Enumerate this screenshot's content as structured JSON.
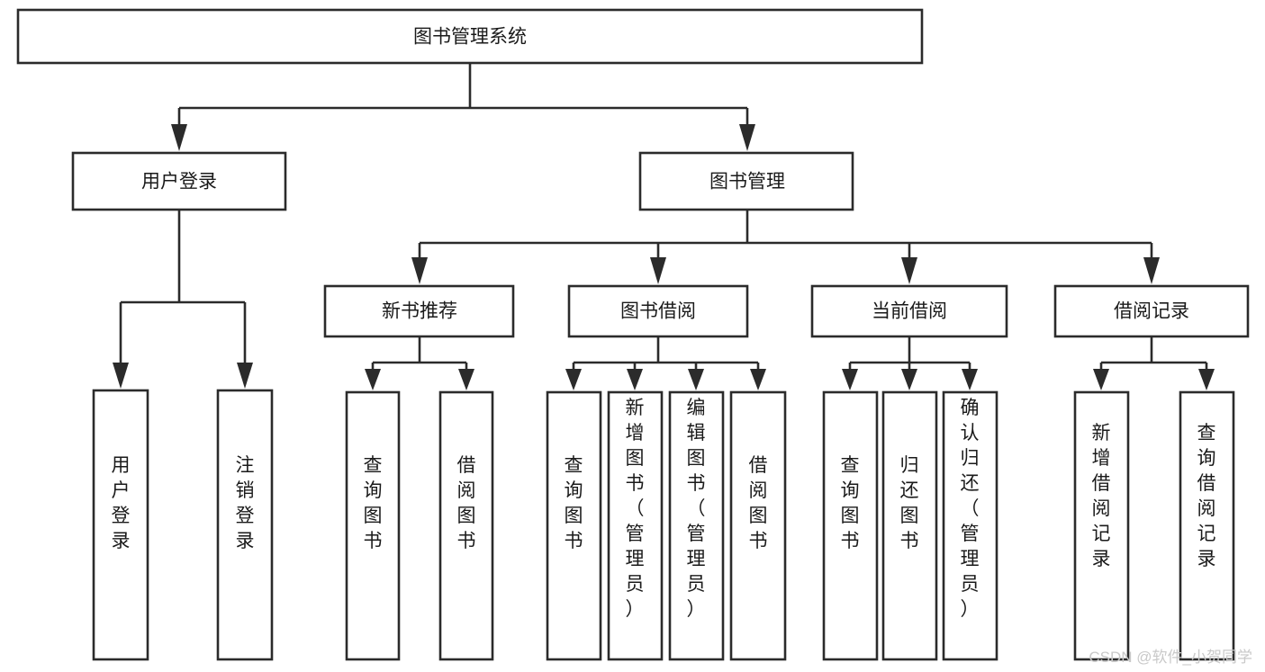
{
  "diagram": {
    "type": "tree-hierarchy-flowchart",
    "root": {
      "id": "root",
      "label": "图书管理系统",
      "orientation": "horizontal"
    },
    "level2": [
      {
        "id": "user-login",
        "label": "用户登录",
        "orientation": "horizontal"
      },
      {
        "id": "book-management",
        "label": "图书管理",
        "orientation": "horizontal"
      }
    ],
    "level3": [
      {
        "id": "new-book-recommend",
        "label": "新书推荐",
        "orientation": "horizontal",
        "parent": "book-management"
      },
      {
        "id": "book-borrow",
        "label": "图书借阅",
        "orientation": "horizontal",
        "parent": "book-management"
      },
      {
        "id": "current-borrow",
        "label": "当前借阅",
        "orientation": "horizontal",
        "parent": "book-management"
      },
      {
        "id": "borrow-record",
        "label": "借阅记录",
        "orientation": "horizontal",
        "parent": "book-management"
      }
    ],
    "leaves": [
      {
        "id": "leaf-user-login",
        "label": "用户登录",
        "orientation": "vertical",
        "parent": "user-login"
      },
      {
        "id": "leaf-user-logout",
        "label": "注销登录",
        "orientation": "vertical",
        "parent": "user-login"
      },
      {
        "id": "leaf-query-book-1",
        "label": "查询图书",
        "orientation": "vertical",
        "parent": "new-book-recommend"
      },
      {
        "id": "leaf-borrow-book-1",
        "label": "借阅图书",
        "orientation": "vertical",
        "parent": "new-book-recommend"
      },
      {
        "id": "leaf-query-book-2",
        "label": "查询图书",
        "orientation": "vertical",
        "parent": "book-borrow"
      },
      {
        "id": "leaf-add-book",
        "label": "新增图书（管理员）",
        "orientation": "vertical",
        "parent": "book-borrow"
      },
      {
        "id": "leaf-edit-book",
        "label": "编辑图书（管理员）",
        "orientation": "vertical",
        "parent": "book-borrow"
      },
      {
        "id": "leaf-borrow-book-2",
        "label": "借阅图书",
        "orientation": "vertical",
        "parent": "book-borrow"
      },
      {
        "id": "leaf-query-book-3",
        "label": "查询图书",
        "orientation": "vertical",
        "parent": "current-borrow"
      },
      {
        "id": "leaf-return-book",
        "label": "归还图书",
        "orientation": "vertical",
        "parent": "current-borrow"
      },
      {
        "id": "leaf-confirm-return",
        "label": "确认归还（管理员）",
        "orientation": "vertical",
        "parent": "current-borrow"
      },
      {
        "id": "leaf-add-record",
        "label": "新增借阅记录",
        "orientation": "vertical",
        "parent": "borrow-record"
      },
      {
        "id": "leaf-query-record",
        "label": "查询借阅记录",
        "orientation": "vertical",
        "parent": "borrow-record"
      }
    ],
    "colors": {
      "box_fill": "#ffffff",
      "box_stroke": "#2b2b2b",
      "connector": "#2b2b2b",
      "text": "#1a1a1a",
      "background": "#ffffff",
      "watermark": "#c9c9c9"
    }
  },
  "watermark": {
    "text": "CSDN @软件_小贺同学"
  }
}
